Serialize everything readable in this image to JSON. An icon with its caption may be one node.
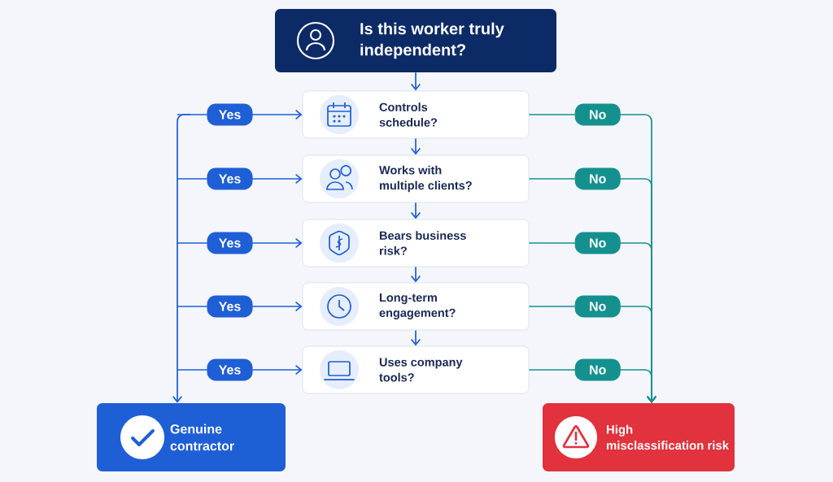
{
  "diagram": {
    "nodes": [
      {
        "text": [
          "Is this worker truly independent?"
        ]
      },
      {
        "text": [
          "Controls schedule?"
        ]
      },
      {
        "text": [
          "Works with multiple clients?"
        ]
      },
      {
        "text": [
          "Bears business risk?"
        ]
      },
      {
        "text": [
          "Long-term engagement?"
        ]
      },
      {
        "text": [
          "Uses company tools?"
        ]
      },
      {
        "text": [
          "Genuine contractor"
        ]
      },
      {
        "text": [
          "High misclassification risk"
        ]
      }
    ],
    "edges": [
      {
        "from": 0,
        "to": 1,
        "arrow": "to"
      },
      {
        "from": 1,
        "to": 2,
        "arrow": "to"
      },
      {
        "from": 2,
        "to": 3,
        "arrow": "to"
      },
      {
        "from": 3,
        "to": 4,
        "arrow": "to"
      },
      {
        "from": 4,
        "to": 5,
        "arrow": "to"
      },
      {
        "from": null,
        "to": 1,
        "arrow": "to",
        "label": "Yes"
      },
      {
        "from": null,
        "to": 2,
        "arrow": "to",
        "label": "Yes"
      },
      {
        "from": null,
        "to": 3,
        "arrow": "to",
        "label": "Yes"
      },
      {
        "from": null,
        "to": 4,
        "arrow": "to",
        "label": "Yes"
      },
      {
        "from": null,
        "to": 5,
        "arrow": "to",
        "label": "Yes"
      },
      {
        "from": null,
        "to": 6,
        "arrow": "to"
      },
      {
        "from": 1,
        "to": 7,
        "arrow": "to",
        "label": "No",
        "color": "#14918f"
      },
      {
        "from": 2,
        "to": 7,
        "arrow": "to",
        "label": "No",
        "color": "#14918f"
      },
      {
        "from": 3,
        "to": 7,
        "arrow": "to",
        "label": "No",
        "color": "#14918f"
      },
      {
        "from": 4,
        "to": 7,
        "arrow": "to",
        "label": "No",
        "color": "#14918f"
      },
      {
        "from": 5,
        "to": 7,
        "arrow": "to",
        "label": "No",
        "color": "#14918f"
      }
    ]
  }
}
